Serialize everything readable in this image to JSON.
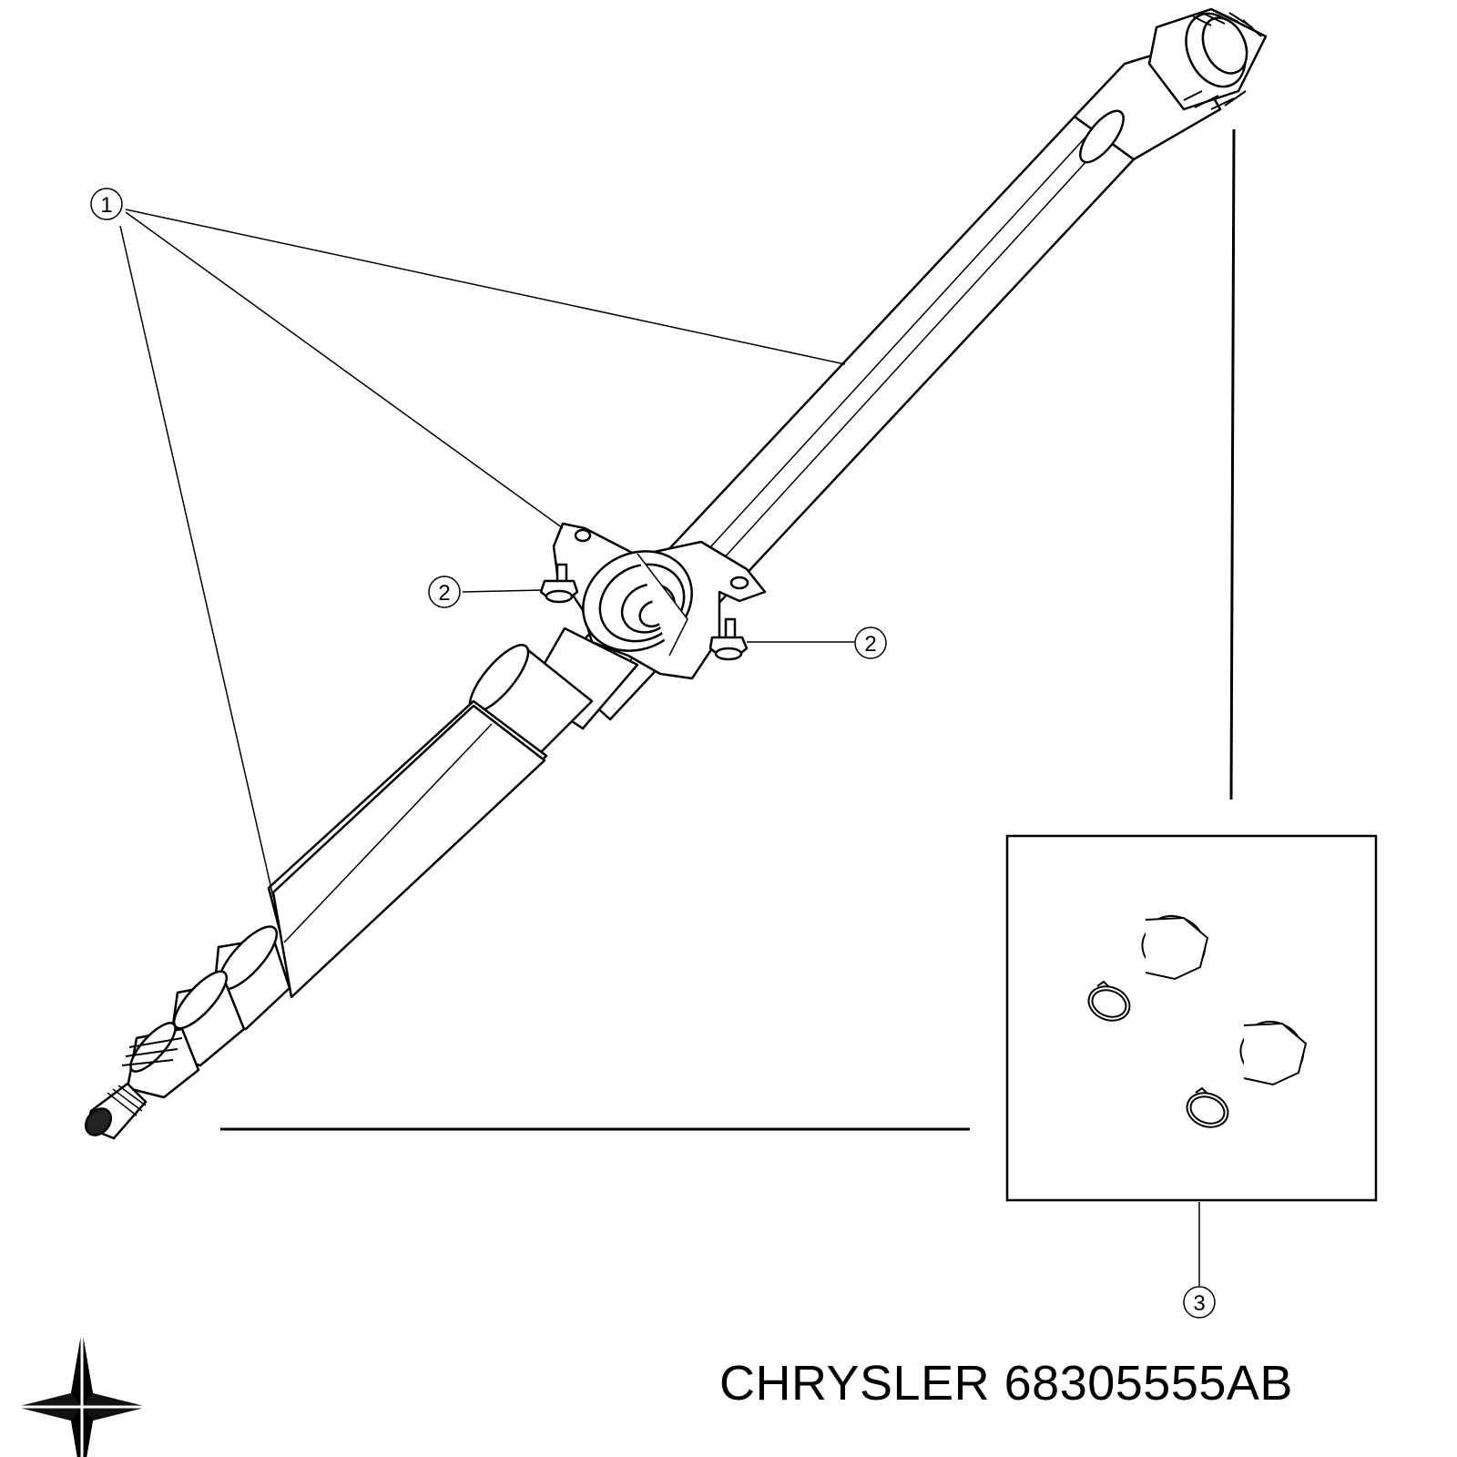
{
  "callouts": [
    {
      "id": "1",
      "label": "1"
    },
    {
      "id": "2a",
      "label": "2"
    },
    {
      "id": "2b",
      "label": "2"
    },
    {
      "id": "3",
      "label": "3"
    }
  ],
  "caption": {
    "brand": "CHRYSLER",
    "part_number": "68305555AB"
  },
  "logo": {
    "name": "chrysler-pentastar-logo"
  },
  "colors": {
    "line": "#000000",
    "background": "#ffffff"
  }
}
